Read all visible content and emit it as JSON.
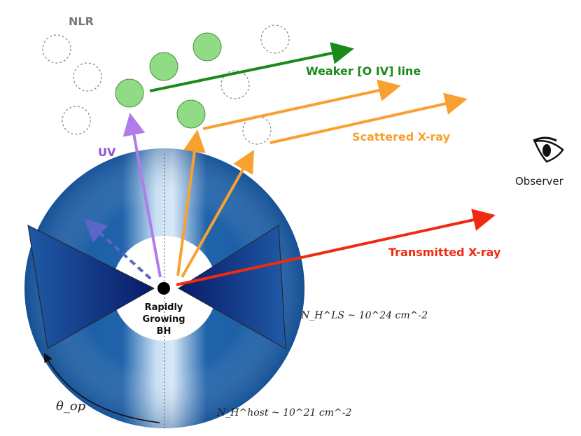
{
  "labels": {
    "nlr": "NLR",
    "weaker_line": "Weaker [O IV] line",
    "scattered": "Scattered X-ray",
    "uv": "UV",
    "observer": "Observer",
    "transmitted": "Transmitted X-ray",
    "bh_line1": "Rapidly",
    "bh_line2": "Growing",
    "bh_line3": "BH",
    "nh_ls": "N_H^LS ~ 10^24 cm^-2",
    "nh_host": "N_H^host ~ 10^21 cm^-2",
    "theta": "θ_op"
  },
  "colors": {
    "weaker_line": "#1a8a1a",
    "scattered": "#f7a130",
    "uv": "#a56ee6",
    "transmitted": "#f02a10",
    "nlr_cloud": "#90dc84",
    "torus_dark": "#0b2070",
    "torus_mid": "#1b5a9e",
    "torus_light": "#dcebf8"
  },
  "icons": {
    "observer": "eye-icon"
  }
}
